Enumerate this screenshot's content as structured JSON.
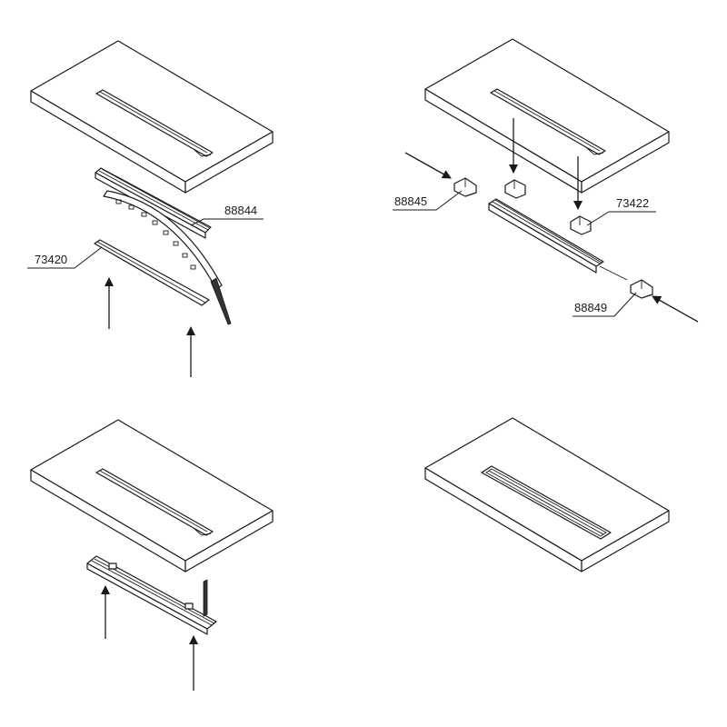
{
  "parts": {
    "p88844": "88844",
    "p73420": "73420",
    "p88845": "88845",
    "p73422": "73422",
    "p88849": "88849"
  },
  "colors": {
    "line": "#1a1a1a",
    "background": "#ffffff"
  }
}
